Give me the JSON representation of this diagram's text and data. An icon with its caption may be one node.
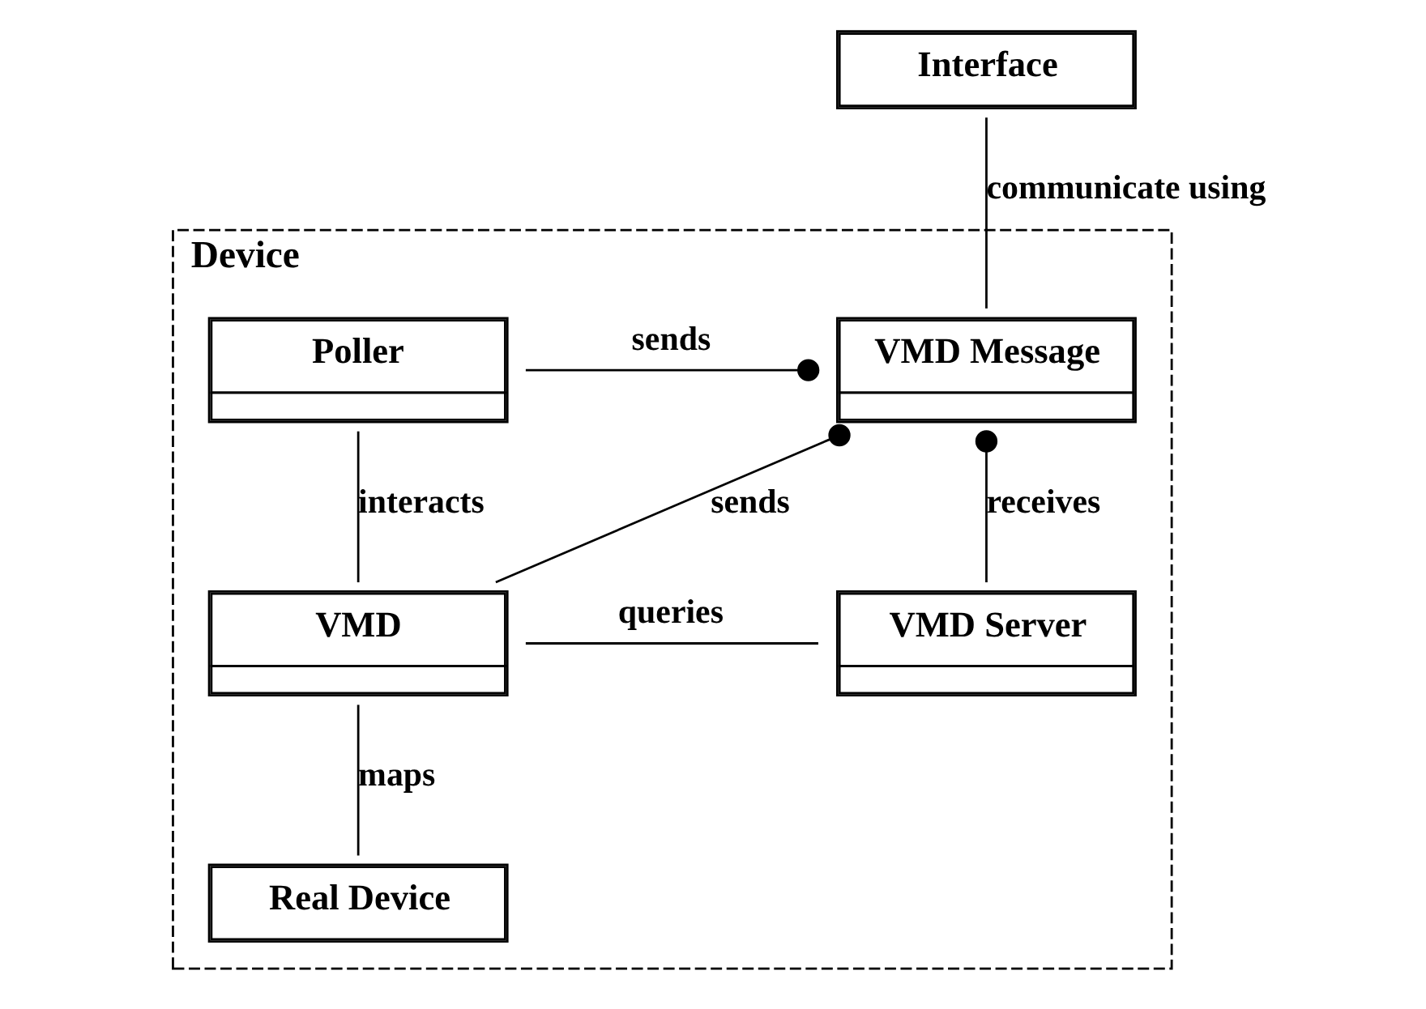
{
  "diagram": {
    "nodes": [
      {
        "text": [
          "Device"
        ]
      },
      {
        "text": [
          "Interface"
        ]
      },
      {
        "text": [
          "Poller"
        ],
        "in": 0
      },
      {
        "text": [
          "VMD Message"
        ],
        "in": 0
      },
      {
        "text": [
          "VMD"
        ],
        "in": 0
      },
      {
        "text": [
          "VMD Server"
        ],
        "in": 0
      },
      {
        "text": [
          "Real Device"
        ],
        "in": 0
      }
    ],
    "edges": [
      {
        "from": 1,
        "to": 3,
        "arrow": "none",
        "label": "communicate using"
      },
      {
        "from": 2,
        "to": 3,
        "arrow": "other",
        "label": "sends"
      },
      {
        "from": 4,
        "to": 3,
        "arrow": "other",
        "label": "sends"
      },
      {
        "from": 5,
        "to": 3,
        "arrow": "other",
        "label": "receives"
      },
      {
        "from": 2,
        "to": 4,
        "arrow": "none",
        "label": "interacts"
      },
      {
        "from": 4,
        "to": 5,
        "arrow": "none",
        "label": "queries"
      },
      {
        "from": 4,
        "to": 6,
        "arrow": "none",
        "label": "maps"
      }
    ]
  }
}
